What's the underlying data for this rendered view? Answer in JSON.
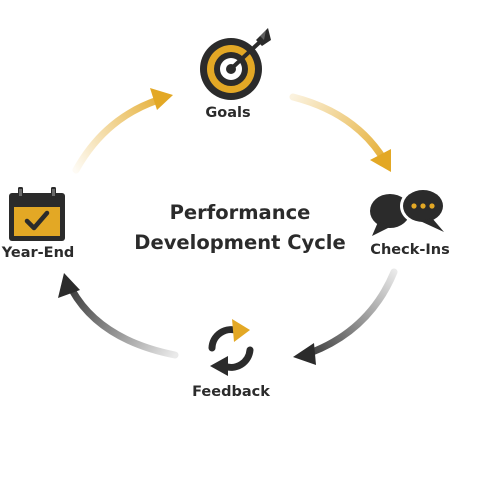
{
  "title_line1": "Performance",
  "title_line2": "Development Cycle",
  "stages": [
    {
      "id": "goals",
      "label": "Goals",
      "icon": "target-icon"
    },
    {
      "id": "check-ins",
      "label": "Check-Ins",
      "icon": "chat-bubbles-icon"
    },
    {
      "id": "feedback",
      "label": "Feedback",
      "icon": "refresh-cycle-icon"
    },
    {
      "id": "year-end",
      "label": "Year-End",
      "icon": "calendar-check-icon"
    }
  ],
  "colors": {
    "gold": "#e3a825",
    "dark": "#2b2b2b",
    "background": "#ffffff"
  }
}
